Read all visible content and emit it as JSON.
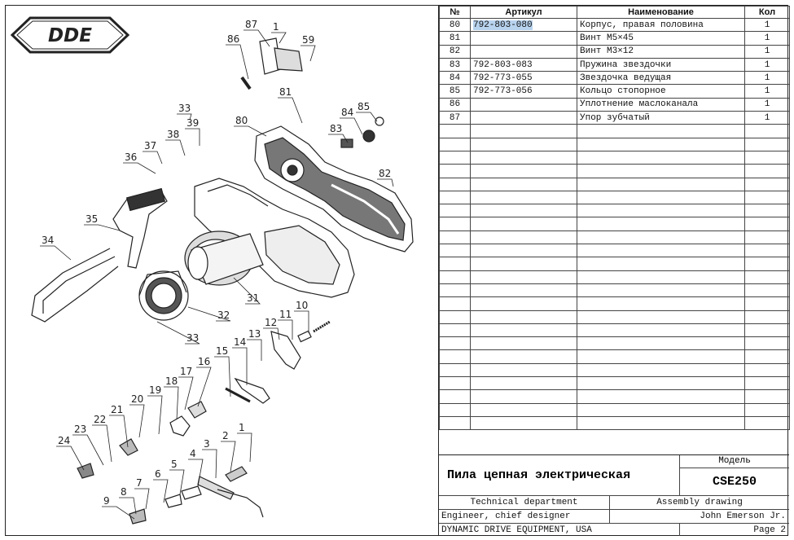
{
  "logo": {
    "text": "DDE"
  },
  "table": {
    "headers": {
      "num": "№",
      "article": "Артикул",
      "name": "Наименование",
      "qty": "Кол"
    },
    "rows": [
      {
        "num": "80",
        "article": "792-803-080",
        "name": "Корпус, правая половина",
        "qty": "1"
      },
      {
        "num": "81",
        "article": "",
        "name": "Винт M5×45",
        "qty": "1"
      },
      {
        "num": "82",
        "article": "",
        "name": "Винт M3×12",
        "qty": "1"
      },
      {
        "num": "83",
        "article": "792-803-083",
        "name": "Пружина звездочки",
        "qty": "1"
      },
      {
        "num": "84",
        "article": "792-773-055",
        "name": "Звездочка ведущая",
        "qty": "1"
      },
      {
        "num": "85",
        "article": "792-773-056",
        "name": "Кольцо стопорное",
        "qty": "1"
      },
      {
        "num": "86",
        "article": "",
        "name": "Уплотнение маслоканала",
        "qty": "1"
      },
      {
        "num": "87",
        "article": "",
        "name": "Упор зубчатый",
        "qty": "1"
      }
    ],
    "empty_rows": 23,
    "highlight_color": "#b8d3ee"
  },
  "titleblock": {
    "product_title": "Пила цепная электрическая",
    "model_label": "Модель",
    "model_value": "CSE250",
    "department": "Technical department",
    "drawing_type": "Assembly drawing",
    "role": "Engineer, chief designer",
    "engineer": "John Emerson Jr.",
    "company": "DYNAMIC DRIVE EQUIPMENT, USA",
    "page": "Page 2"
  },
  "callouts": [
    "1",
    "2",
    "3",
    "4",
    "5",
    "6",
    "7",
    "8",
    "9",
    "10",
    "11",
    "12",
    "13",
    "14",
    "15",
    "16",
    "17",
    "18",
    "19",
    "20",
    "21",
    "22",
    "23",
    "24",
    "31",
    "32",
    "33",
    "33",
    "34",
    "35",
    "36",
    "37",
    "38",
    "39",
    "80",
    "81",
    "82",
    "83",
    "84",
    "85",
    "86",
    "87",
    "1",
    "59"
  ]
}
